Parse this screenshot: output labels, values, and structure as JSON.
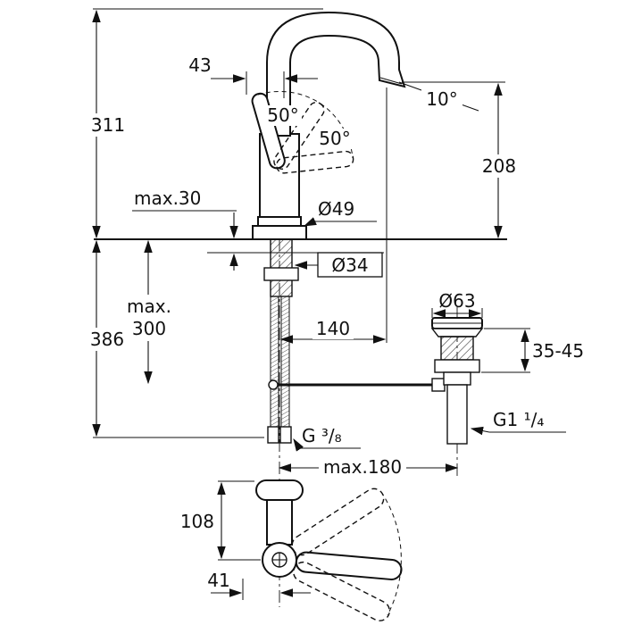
{
  "colors": {
    "line": "#111111",
    "background": "#ffffff"
  },
  "side_view": {
    "lever_offset": "43",
    "height_total": "311",
    "swivel_angle_1": "50°",
    "swivel_angle_2": "50°",
    "outlet_angle": "10°",
    "spout_height": "208",
    "deck_thickness": "max.30",
    "base_diameter": "Ø49",
    "shank_diameter": "Ø34",
    "hose_max_label": "max.",
    "hose_max_value": "300",
    "depth_total": "386",
    "spout_reach": "140",
    "drain_diameter": "Ø63",
    "drain_clamp_range": "35-45",
    "hose_thread": "G ³/₈",
    "drain_thread": "G1 ¹/₄",
    "rod_reach": "max.180"
  },
  "plan_view": {
    "spout_projection": "108",
    "handle_offset": "41"
  }
}
